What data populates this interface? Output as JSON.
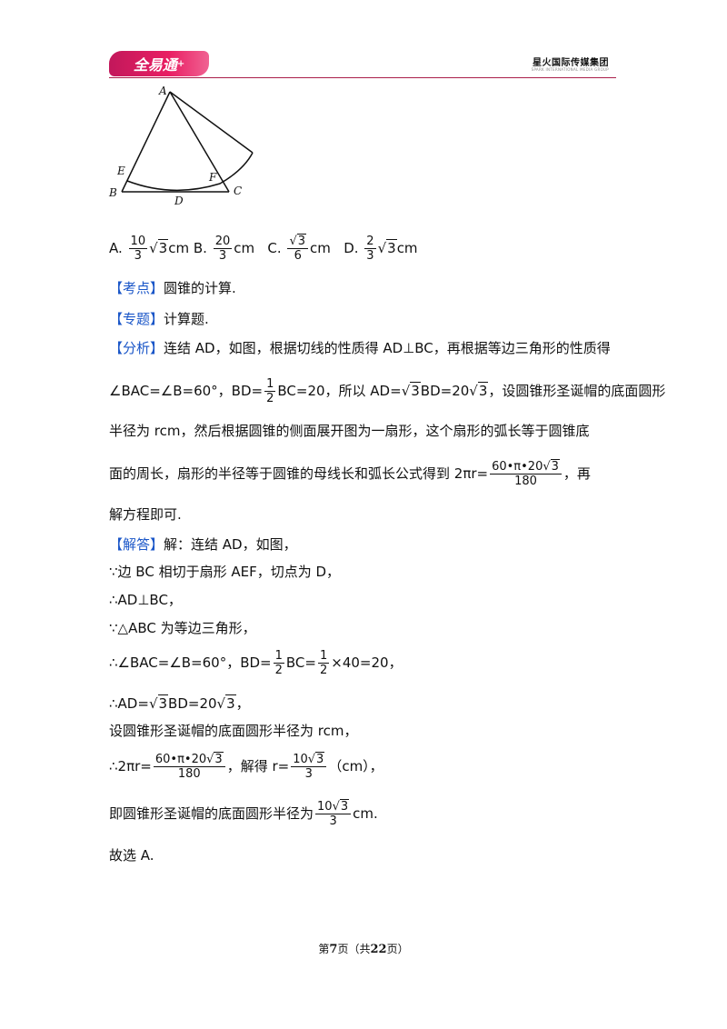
{
  "header": {
    "logo_text": "全易通",
    "company": "星火国际传媒集团",
    "company_sub": "SPARK INTERNATIONAL MEDIA GROUP"
  },
  "figure": {
    "labels": {
      "A": "A",
      "B": "B",
      "C": "C",
      "D": "D",
      "E": "E",
      "F": "F"
    }
  },
  "options": {
    "a_label": "A.",
    "a_num": "10",
    "a_den": "3",
    "a_rad": "3",
    "a_unit": "cm",
    "b_label": "B.",
    "b_num": "20",
    "b_den": "3",
    "b_unit": "cm",
    "c_label": "C.",
    "c_rad": "3",
    "c_den": "6",
    "c_unit": "cm",
    "d_label": "D.",
    "d_num": "2",
    "d_den": "3",
    "d_rad": "3",
    "d_unit": "cm"
  },
  "kaodian": {
    "tag": "【考点】",
    "text": "圆锥的计算."
  },
  "zhuanti": {
    "tag": "【专题】",
    "text": "计算题."
  },
  "fenxi": {
    "tag": "【分析】",
    "l1": "连结 AD，如图，根据切线的性质得 AD⊥BC，再根据等边三角形的性质得",
    "l2a": "∠BAC=∠B=60°，BD=",
    "l2_num": "1",
    "l2_den": "2",
    "l2b": "BC=20，所以 AD=",
    "l2_rad1": "3",
    "l2c": "BD=20",
    "l2_rad2": "3",
    "l2d": "，设圆锥形圣诞帽的底面圆形",
    "l3": "半径为 rcm，然后根据圆锥的侧面展开图为一扇形，这个扇形的弧长等于圆锥底",
    "l4a": "面的周长，扇形的半径等于圆锥的母线长和弧长公式得到 2πr=",
    "l4_num": "60•π•20",
    "l4_rad": "3",
    "l4_den": "180",
    "l4b": "，再",
    "l5": "解方程即可."
  },
  "jieda": {
    "tag": "【解答】",
    "l1": "解：连结 AD，如图，",
    "l2": "∵边 BC 相切于扇形 AEF，切点为 D，",
    "l3": "∴AD⊥BC，",
    "l4": "∵△ABC 为等边三角形，",
    "l5a": "∴∠BAC=∠B=60°，BD=",
    "l5_n1": "1",
    "l5_d1": "2",
    "l5b": "BC=",
    "l5_n2": "1",
    "l5_d2": "2",
    "l5c": "×40=20，",
    "l6a": "∴AD=",
    "l6_rad1": "3",
    "l6b": "BD=20",
    "l6_rad2": "3",
    "l6c": "，",
    "l7": "设圆锥形圣诞帽的底面圆形半径为 rcm，",
    "l8a": "∴2πr=",
    "l8_num": "60•π•20",
    "l8_rad": "3",
    "l8_den": "180",
    "l8b": "，解得 r=",
    "l8_num2": "10",
    "l8_rad2": "3",
    "l8_den2": "3",
    "l8c": "（cm），",
    "l9a": "即圆锥形圣诞帽的底面圆形半径为",
    "l9_num": "10",
    "l9_rad": "3",
    "l9_den": "3",
    "l9b": "cm.",
    "l10": "故选 A."
  },
  "footer": {
    "pre": "第",
    "page": "7",
    "mid": "页（共",
    "total": "22",
    "post": "页）"
  }
}
